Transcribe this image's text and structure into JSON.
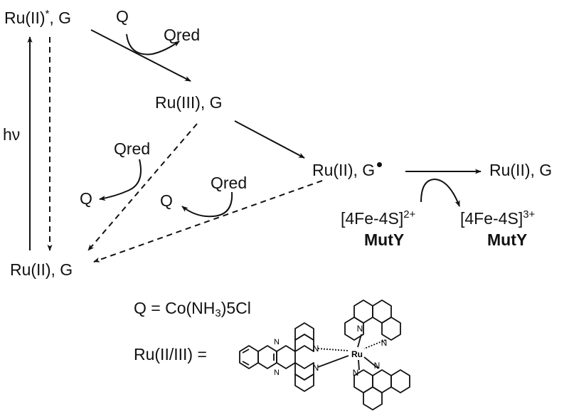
{
  "states": {
    "excited": {
      "ru": "Ru(II)",
      "star": "*",
      "g": ", G"
    },
    "oxidized": "Ru(III), G",
    "radical": "Ru(II), G",
    "ground": "Ru(II), G",
    "product": "Ru(II), G"
  },
  "reagents": {
    "quencher_top": "Q",
    "qred_top": "Qred",
    "qred_mid": "Qred",
    "q_mid": "Q",
    "qred_right": "Qred",
    "q_right": "Q",
    "hv": "hν"
  },
  "cluster": {
    "reduced": {
      "core": "[4Fe-4S]",
      "charge": "2+",
      "protein": "MutY"
    },
    "oxidized": {
      "core": "[4Fe-4S]",
      "charge": "3+",
      "protein": "MutY"
    }
  },
  "legend": {
    "q_def": {
      "prefix": "Q = Co(NH",
      "sub": "3",
      "suffix": ")5Cl"
    },
    "ru_def": "Ru(II/III) ="
  },
  "structure": {
    "metal": "Ru",
    "atom": "N"
  }
}
